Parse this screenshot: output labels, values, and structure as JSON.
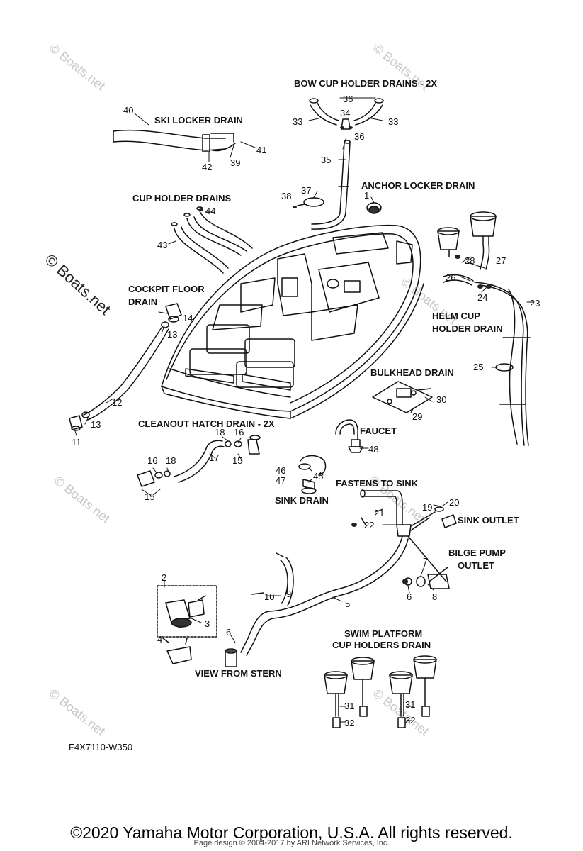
{
  "titles": {
    "bow_cup": "BOW CUP HOLDER DRAINS - 2X",
    "ski_locker": "SKI LOCKER DRAIN",
    "anchor_locker": "ANCHOR LOCKER DRAIN",
    "cup_holder": "CUP HOLDER DRAINS",
    "cockpit_floor_1": "COCKPIT FLOOR",
    "cockpit_floor_2": "DRAIN",
    "helm_cup_1": "HELM CUP",
    "helm_cup_2": "HOLDER DRAIN",
    "bulkhead": "BULKHEAD DRAIN",
    "cleanout": "CLEANOUT HATCH DRAIN - 2X",
    "faucet": "FAUCET",
    "fastens_sink": "FASTENS TO SINK",
    "sink_drain": "SINK DRAIN",
    "sink_outlet": "SINK OUTLET",
    "bilge_1": "BILGE PUMP",
    "bilge_2": "OUTLET",
    "view_stern": "VIEW FROM STERN",
    "swim_1": "SWIM PLATFORM",
    "swim_2": "CUP HOLDERS DRAIN"
  },
  "diagram_code": "F4X7110-W350",
  "watermark_side": "© Boats.net",
  "watermark_faint": "© Boats.net",
  "footer": {
    "copyright": "©2020 Yamaha Motor Corporation, U.S.A. All rights reserved.",
    "page_design": "Page design © 2004-2017 by ARI Network Services, Inc."
  },
  "parts": {
    "p1": "1",
    "p2": "2",
    "p3": "3",
    "p4": "4",
    "p5": "5",
    "p6a": "6",
    "p6b": "6",
    "p7": "7",
    "p8": "8",
    "p9": "9",
    "p10": "10",
    "p11": "11",
    "p12": "12",
    "p13a": "13",
    "p13b": "13",
    "p14": "14",
    "p15a": "15",
    "p15b": "15",
    "p16a": "16",
    "p16b": "16",
    "p17": "17",
    "p18a": "18",
    "p18b": "18",
    "p19": "19",
    "p20": "20",
    "p21": "21",
    "p22": "22",
    "p23": "23",
    "p24": "24",
    "p25": "25",
    "p26": "26",
    "p27": "27",
    "p28": "28",
    "p29": "29",
    "p30": "30",
    "p31a": "31",
    "p31b": "31",
    "p32a": "32",
    "p32b": "32",
    "p33a": "33",
    "p33b": "33",
    "p34": "34",
    "p35": "35",
    "p36a": "36",
    "p36b": "36",
    "p37": "37",
    "p38": "38",
    "p39": "39",
    "p40": "40",
    "p41": "41",
    "p42": "42",
    "p43": "43",
    "p44": "44",
    "p45": "45",
    "p46": "46",
    "p47": "47",
    "p48": "48"
  }
}
